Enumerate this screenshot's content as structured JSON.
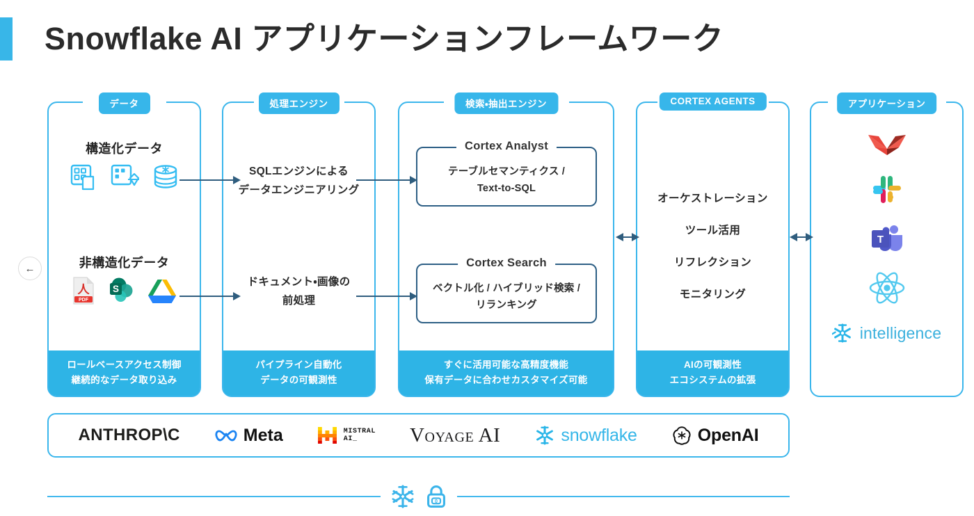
{
  "header": {
    "title": "Snowflake AI アプリケーションフレームワーク",
    "accent_color": "#38b6e8"
  },
  "nav": {
    "back_label": "←"
  },
  "columns": [
    {
      "id": "data",
      "tab": "データ",
      "groups": [
        {
          "label": "構造化データ",
          "icons": [
            "table-data-icon",
            "table-transform-icon",
            "database-snowflake-icon"
          ]
        },
        {
          "label": "非構造化データ",
          "icons": [
            "pdf-icon",
            "sharepoint-icon",
            "google-drive-icon"
          ]
        }
      ],
      "footer": [
        "ロールベースアクセス制御",
        "継続的なデータ取り込み"
      ]
    },
    {
      "id": "processing",
      "tab": "処理エンジン",
      "texts": [
        [
          "SQLエンジンによる",
          "データエンジニアリング"
        ],
        [
          "ドキュメント・画像の",
          "前処理"
        ]
      ],
      "footer": [
        "パイプライン自動化",
        "データの可観測性"
      ]
    },
    {
      "id": "retrieval",
      "tab": "検索・抽出エンジン",
      "boxes": [
        {
          "title": "Cortex Analyst",
          "body": [
            "テーブルセマンティクス /",
            "Text-to-SQL"
          ]
        },
        {
          "title": "Cortex Search",
          "body": [
            "ベクトル化 / ハイブリッド検索 /",
            "リランキング"
          ]
        }
      ],
      "footer": [
        "すぐに活用可能な高精度機能",
        "保有データに合わせカスタマイズ可能"
      ]
    },
    {
      "id": "cortex-agents",
      "tab": "CORTEX AGENTS",
      "items": [
        "オーケストレーション",
        "ツール活用",
        "リフレクション",
        "モニタリング"
      ],
      "footer": [
        "AIの可観測性",
        "エコシステムの拡張"
      ]
    },
    {
      "id": "applications",
      "tab": "アプリケーション",
      "logos": [
        {
          "name": "dbt-icon",
          "label": ""
        },
        {
          "name": "slack-icon",
          "label": ""
        },
        {
          "name": "microsoft-teams-icon",
          "label": ""
        },
        {
          "name": "react-icon",
          "label": ""
        },
        {
          "name": "snowflake-intelligence-icon",
          "label": "intelligence"
        }
      ]
    }
  ],
  "partners": [
    {
      "name": "anthropic-logo",
      "text": "ANTHROP\\C"
    },
    {
      "name": "meta-logo",
      "text": "Meta"
    },
    {
      "name": "mistral-ai-logo",
      "text": "MISTRAL\nAI_"
    },
    {
      "name": "voyage-ai-logo",
      "text": "Voyage AI"
    },
    {
      "name": "snowflake-logo",
      "text": "snowflake"
    },
    {
      "name": "openai-logo",
      "text": "OpenAI"
    }
  ],
  "footer_icons": [
    "snowflake-icon",
    "lock-icon"
  ],
  "colors": {
    "brand_blue": "#2eb4e6",
    "panel_border": "#3ab6ec",
    "arrow": "#2f5d7e",
    "cortex_border": "#2d5f85",
    "text_dark": "#2b2b2b"
  }
}
